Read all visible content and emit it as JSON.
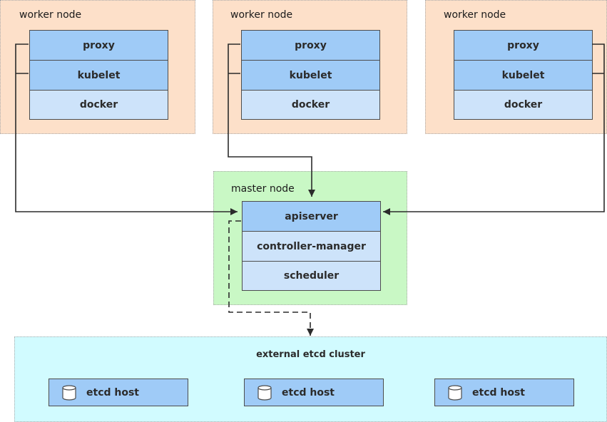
{
  "worker_nodes": [
    {
      "title": "worker node",
      "layers": [
        "proxy",
        "kubelet",
        "docker"
      ]
    },
    {
      "title": "worker node",
      "layers": [
        "proxy",
        "kubelet",
        "docker"
      ]
    },
    {
      "title": "worker node",
      "layers": [
        "proxy",
        "kubelet",
        "docker"
      ]
    }
  ],
  "master_node": {
    "title": "master node",
    "layers": [
      "apiserver",
      "controller-manager",
      "scheduler"
    ]
  },
  "etcd_cluster": {
    "title": "external etcd cluster",
    "hosts": [
      "etcd host",
      "etcd host",
      "etcd host"
    ]
  },
  "colors": {
    "worker_zone": "#fde0c9",
    "master_zone": "#c9f8c5",
    "etcd_zone": "#d1fbff",
    "component_dark": "#9fcbf7",
    "component_light": "#cde3fa"
  },
  "icons": {
    "etcd_host": "database-icon"
  }
}
